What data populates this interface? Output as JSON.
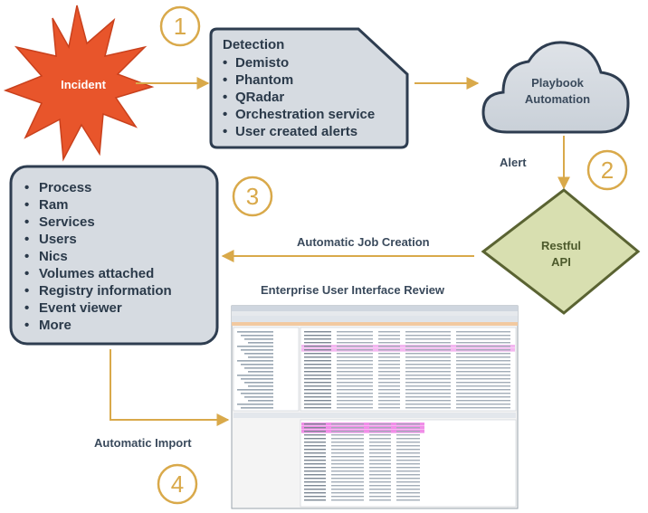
{
  "incident": {
    "label": "Incident"
  },
  "detection": {
    "title": "Detection",
    "items": [
      "Demisto",
      "Phantom",
      "QRadar",
      "Orchestration service",
      "User created alerts"
    ]
  },
  "playbook": {
    "line1": "Playbook",
    "line2": "Automation"
  },
  "alert_label": "Alert",
  "api": {
    "line1": "Restful",
    "line2": "API"
  },
  "job_label": "Automatic Job Creation",
  "collect": {
    "items": [
      "Process",
      "Ram",
      "Services",
      "Users",
      "Nics",
      "Volumes attached",
      "Registry information",
      "Event viewer",
      "More"
    ]
  },
  "ui_review_label": "Enterprise User Interface Review",
  "import_label": "Automatic Import",
  "steps": [
    "1",
    "2",
    "3",
    "4"
  ],
  "colors": {
    "incident": "#e8552b",
    "box_fill": "#d6dbe1",
    "box_stroke": "#2e3d50",
    "api_fill": "#d8dfb0",
    "api_stroke": "#5a6332",
    "arrow": "#d9a94a",
    "text": "#3a4a5c"
  }
}
